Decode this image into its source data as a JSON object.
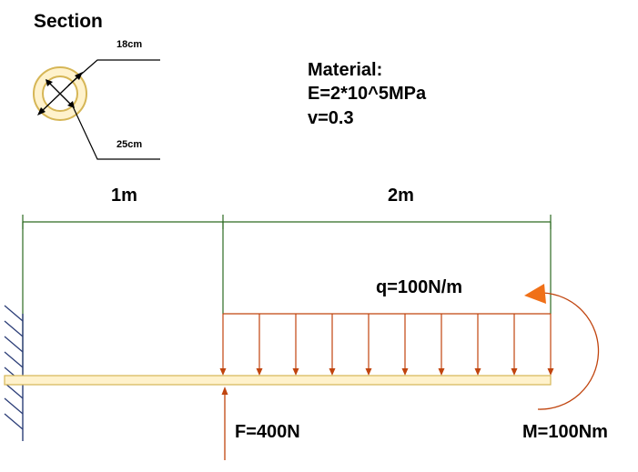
{
  "section": {
    "title": "Section",
    "inner_diameter": "18cm",
    "outer_diameter": "25cm"
  },
  "material": {
    "title": "Material:",
    "E": "E=2*10^5MPa",
    "v": "v=0.3"
  },
  "dimensions": {
    "span1": "1m",
    "span2": "2m"
  },
  "loads": {
    "distributed": "q=100N/m",
    "point_force": "F=400N",
    "moment": "M=100Nm"
  },
  "colors": {
    "beam_fill": "#fff2cc",
    "beam_stroke": "#d6b656",
    "load": "#c0440e",
    "dimension": "#2d6a22",
    "moment_arrow": "#f07018",
    "hatch": "#2c3e78"
  }
}
